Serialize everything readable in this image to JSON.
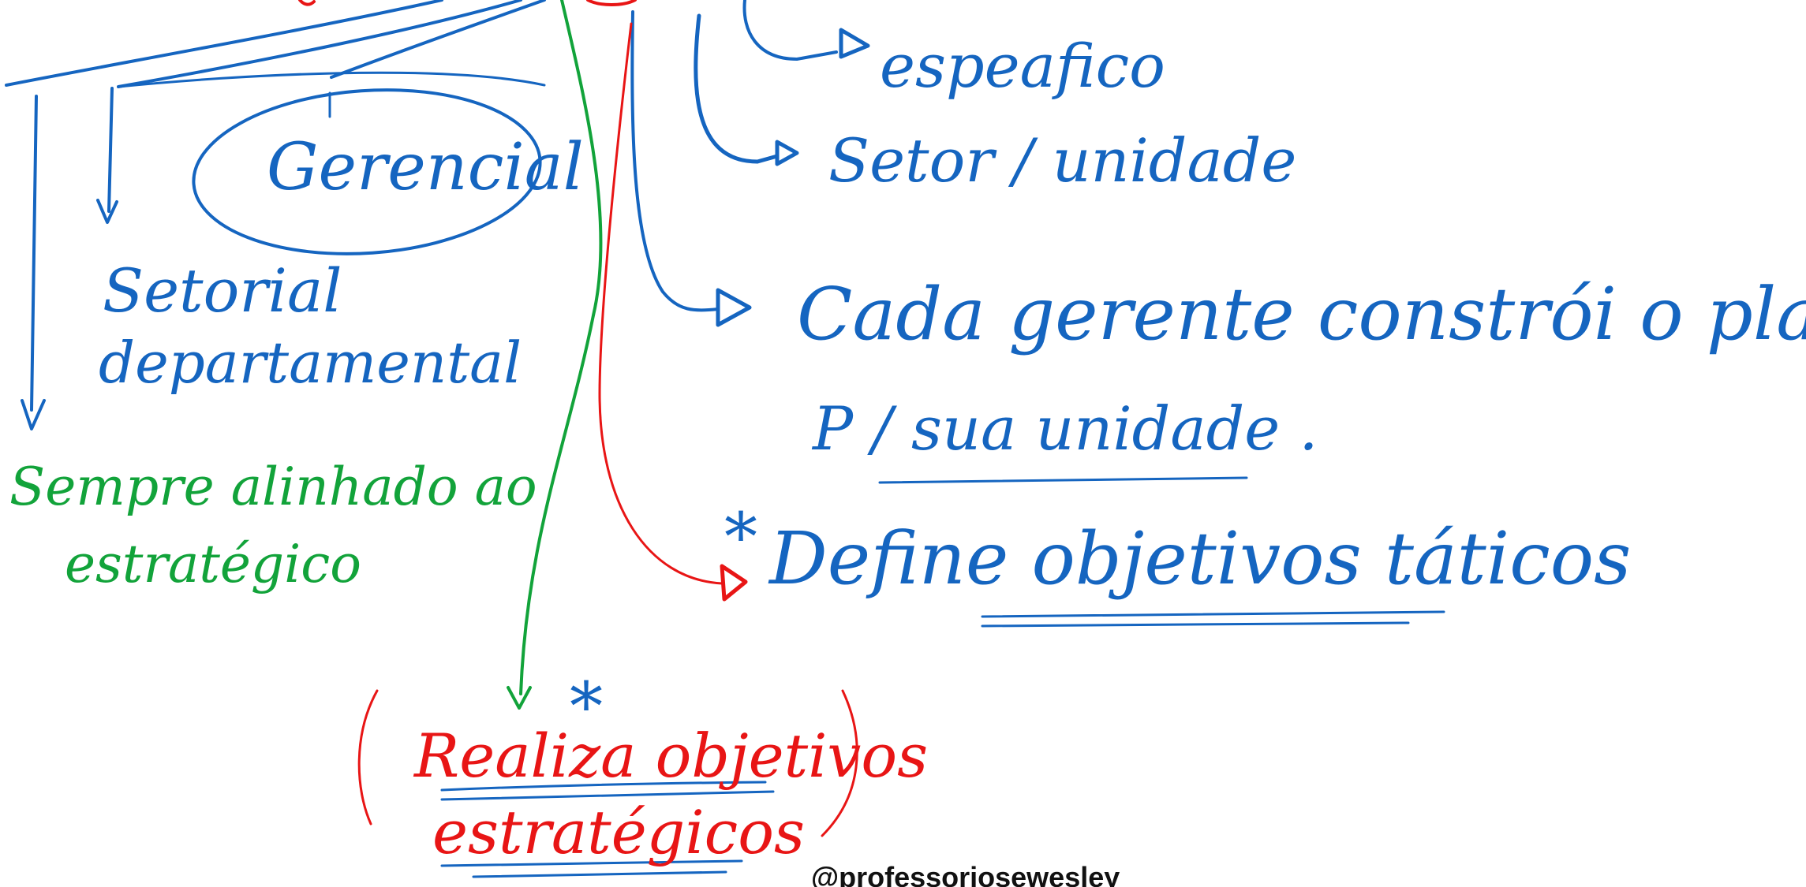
{
  "colors": {
    "blue": "#1565c0",
    "green": "#12a33a",
    "red": "#e81515"
  },
  "labels": {
    "especifico": "espeafico",
    "setor_unidade": "Setor / unidade",
    "gerencial": "Gerencial",
    "setorial": "Setorial",
    "departamental": "departamental",
    "sempre_alinhado": "Sempre alinhado ao",
    "estrategico": "estratégico",
    "cada_gerente": "Cada gerente constrói o planejamento",
    "sua_unidade": "P / sua unidade .",
    "define_objetivos": "Define objetivos táticos",
    "asterisk": "*",
    "realiza_objetivos": "Realiza objetivos",
    "estrategicos": "estratégicos"
  },
  "footer": {
    "handle": "@professorjosewesley"
  }
}
